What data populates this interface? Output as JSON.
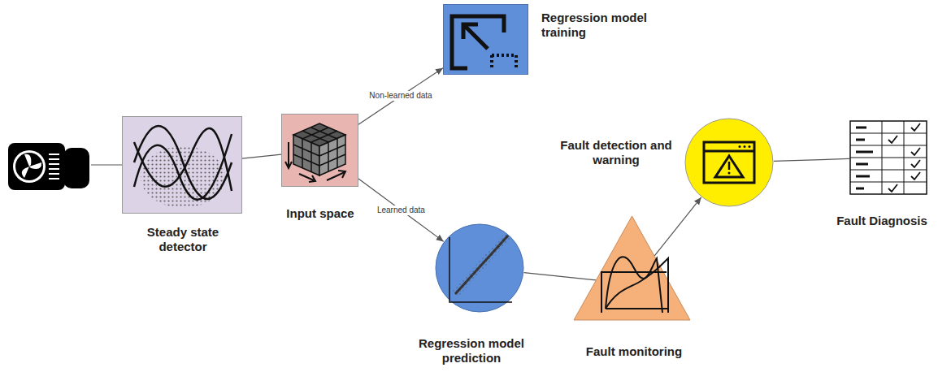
{
  "diagram": {
    "nodes": [
      {
        "text": [
          "Steady state detector"
        ]
      },
      {
        "text": [
          "Input space"
        ]
      },
      {
        "text": [
          "Regression model training"
        ]
      },
      {
        "text": [
          "Regression model prediction"
        ]
      },
      {
        "text": [
          "Fault monitoring"
        ]
      },
      {
        "text": [
          "Fault detection and warning"
        ]
      },
      {
        "text": [
          "Fault Diagnosis"
        ]
      }
    ],
    "edges": [
      {
        "from": 0,
        "to": 1,
        "arrow": "none"
      },
      {
        "from": 1,
        "to": 2,
        "label": "Non-learned data",
        "arrow": "to"
      },
      {
        "from": 1,
        "to": 3,
        "label": "Learned data",
        "arrow": "to"
      },
      {
        "from": 3,
        "to": 4,
        "arrow": "none"
      },
      {
        "from": 4,
        "to": 5,
        "arrow": "to"
      },
      {
        "from": 5,
        "to": 6,
        "arrow": "none"
      }
    ]
  }
}
